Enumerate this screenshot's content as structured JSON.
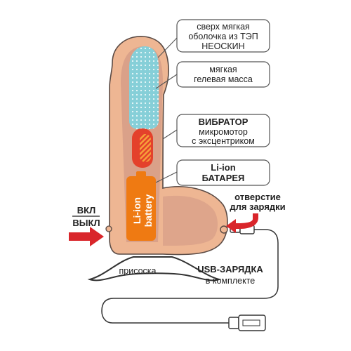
{
  "colors": {
    "skin": "#eeb693",
    "skin_outline": "#5a4a44",
    "inner_core": "#d39a86",
    "gel": "#86cfd8",
    "vibrator_red": "#e4412b",
    "battery_orange": "#ef7a12",
    "arrow_red": "#d9262b",
    "callout_border": "#555555"
  },
  "callouts": [
    {
      "lines": [
        "сверх мягкая",
        "оболочка из ТЭП",
        "НЕОСКИН"
      ],
      "bold": false
    },
    {
      "lines": [
        "мягкая",
        "гелевая масса"
      ],
      "bold": false
    },
    {
      "lines": [
        "ВИБРАТОР",
        "микромотор",
        "с эксцентриком"
      ],
      "bold_first": true
    },
    {
      "lines": [
        "Li-ion",
        "БАТАРЕЯ"
      ],
      "bold": true
    }
  ],
  "battery_text": [
    "Li-ion",
    "battery"
  ],
  "power_label": {
    "on": "ВКЛ",
    "off": "ВЫКЛ"
  },
  "charging_port_label": [
    "отверстие",
    "для зарядки"
  ],
  "suction_cup_label": "присоска",
  "usb_label": [
    "USB-ЗАРЯДКА",
    "в комплекте"
  ]
}
